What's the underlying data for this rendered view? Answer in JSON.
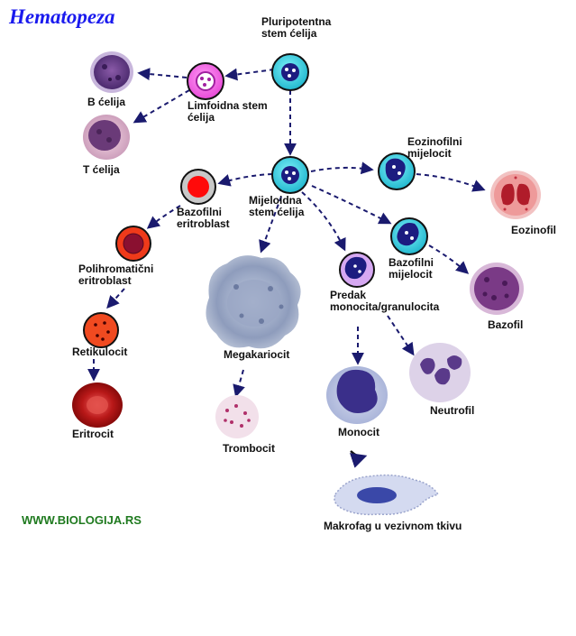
{
  "title": "Hematopeza",
  "website": "WWW.BIOLOGIJA.RS",
  "colors": {
    "title": "#1a1aee",
    "website": "#1f7a1f",
    "arrow": "#1a1a6e",
    "stem_fill": "#3ad1e3",
    "nucleus": "#1c1c80"
  },
  "labels": {
    "pluripotent": "Pluripotentna\nstem ćelija",
    "lymphoid": "Limfoidna stem\nćelija",
    "b_cell": "B ćelija",
    "t_cell": "T ćelija",
    "myeloid": "Mijeloidna\nstem ćelija",
    "eosinophilic_myelocyte": "Eozinofilni\nmijelocit",
    "eosinophil": "Eozinofil",
    "basophilic_erythroblast": "Bazofilni\neritroblast",
    "polychromatic_erythroblast": "Polihromatični\neritroblast",
    "reticulocyte": "Retikulocit",
    "erythrocyte": "Eritrocit",
    "megakaryocyte": "Megakariocit",
    "thrombocyte": "Trombocit",
    "progenitor": "Predak\nmonocita/granulocita",
    "basophilic_myelocyte": "Bazofilni\nmijelocit",
    "basophil": "Bazofil",
    "monocyte": "Monocit",
    "neutrophil": "Neutrofil",
    "macrophage": "Makrofag u vezivnom tkivu"
  }
}
